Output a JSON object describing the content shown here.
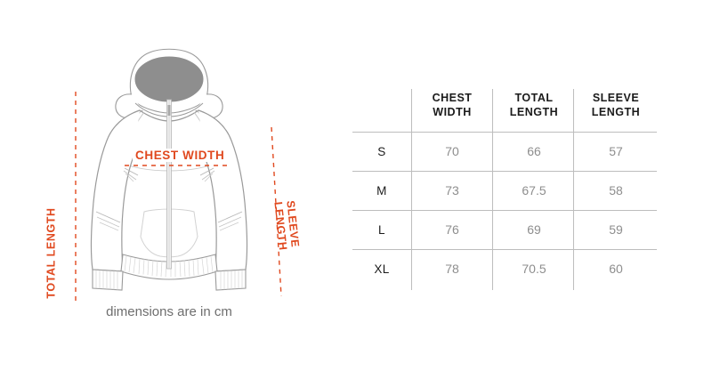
{
  "diagram": {
    "caption": "dimensions are in cm",
    "labels": {
      "chest_width": "CHEST WIDTH",
      "total_length": "TOTAL LENGTH",
      "sleeve_length_line1": "SLEEVE",
      "sleeve_length_line2": "LENGTH"
    },
    "accent_color": "#e0491f",
    "outline_color": "#8a8a8a",
    "hood_fill_color": "#8e8e8e",
    "garment_type": "hooded-jacket-front-view"
  },
  "table": {
    "headers": {
      "size": "",
      "chest_width_line1": "CHEST",
      "chest_width_line2": "WIDTH",
      "total_length_line1": "TOTAL",
      "total_length_line2": "LENGTH",
      "sleeve_length_line1": "SLEEVE",
      "sleeve_length_line2": "LENGTH"
    },
    "rows": [
      {
        "size": "S",
        "chest_width": "70",
        "total_length": "66",
        "sleeve_length": "57"
      },
      {
        "size": "M",
        "chest_width": "73",
        "total_length": "67.5",
        "sleeve_length": "58"
      },
      {
        "size": "L",
        "chest_width": "76",
        "total_length": "69",
        "sleeve_length": "59"
      },
      {
        "size": "XL",
        "chest_width": "78",
        "total_length": "70.5",
        "sleeve_length": "60"
      }
    ]
  }
}
